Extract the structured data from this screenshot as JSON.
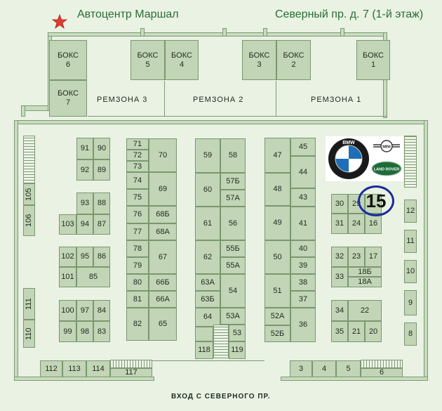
{
  "header": {
    "title": "Автоцентр Маршал",
    "address": "Северный пр. д. 7 (1-й этаж)"
  },
  "top_boxes": {
    "box6": "БОКС 6",
    "box7": "БОКС 7",
    "box5": "БОКС 5",
    "box4": "БОКС 4",
    "box3": "БОКС 3",
    "box2": "БОКС 2",
    "box1": "БОКС 1"
  },
  "repair_zones": {
    "z3": "РЕМЗОНА  3",
    "z2": "РЕМЗОНА  2",
    "z1": "РЕМЗОНА  1"
  },
  "entrance": "ВХОД С СЕВЕРНОГО ПР.",
  "highlight": {
    "unit": "15"
  },
  "logos": {
    "bmw": "BMW",
    "mini": "MINI",
    "land_rover": "LAND ROVER"
  },
  "brand_colors": {
    "bmw_blue": "#1e6fb8",
    "highlight_ring": "#1a2ba0",
    "star": "#e03b2f"
  },
  "units": {
    "u91": "91",
    "u90": "90",
    "u92": "92",
    "u89": "89",
    "u93": "93",
    "u88": "88",
    "u103": "103",
    "u94": "94",
    "u87": "87",
    "u102": "102",
    "u95": "95",
    "u86": "86",
    "u101": "101",
    "u85": "85",
    "u100": "100",
    "u97": "97",
    "u84": "84",
    "u99": "99",
    "u98": "98",
    "u83": "83",
    "u71": "71",
    "u72": "72",
    "u73": "73",
    "u70": "70",
    "u74": "74",
    "u75": "75",
    "u69": "69",
    "u76": "76",
    "u68b": "68Б",
    "u77": "77",
    "u68a": "68А",
    "u78": "78",
    "u79": "79",
    "u67": "67",
    "u80": "80",
    "u66b": "66Б",
    "u81": "81",
    "u66a": "66А",
    "u82": "82",
    "u65": "65",
    "u59": "59",
    "u58": "58",
    "u60": "60",
    "u57b": "57Б",
    "u57a": "57А",
    "u61": "61",
    "u56": "56",
    "u62": "62",
    "u55b": "55Б",
    "u55a": "55А",
    "u63a": "63А",
    "u63b": "63Б",
    "u54": "54",
    "u64": "64",
    "u53a": "53А",
    "u53": "53",
    "u118": "118",
    "u119": "119",
    "u47": "47",
    "u45": "45",
    "u44": "44",
    "u48": "48",
    "u43": "43",
    "u49": "49",
    "u41": "41",
    "u50": "50",
    "u40": "40",
    "u39": "39",
    "u51": "51",
    "u38": "38",
    "u37": "37",
    "u52a": "52А",
    "u52b": "52Б",
    "u36": "36",
    "u30": "30",
    "u29": "29",
    "u15": "15",
    "u31": "31",
    "u24": "24",
    "u16": "16",
    "u32": "32",
    "u23": "23",
    "u17": "17",
    "u33": "33",
    "u18b": "18Б",
    "u18a": "18А",
    "u34": "34",
    "u22": "22",
    "u35": "35",
    "u21": "21",
    "u20": "20",
    "u105": "105",
    "u106": "106",
    "u111": "111",
    "u110": "110",
    "u12": "12",
    "u11": "11",
    "u10": "10",
    "u9": "9",
    "u8": "8",
    "u112": "112",
    "u113": "113",
    "u114": "114",
    "u117": "117",
    "u3": "3",
    "u4": "4",
    "u5": "5",
    "u6": "6"
  }
}
